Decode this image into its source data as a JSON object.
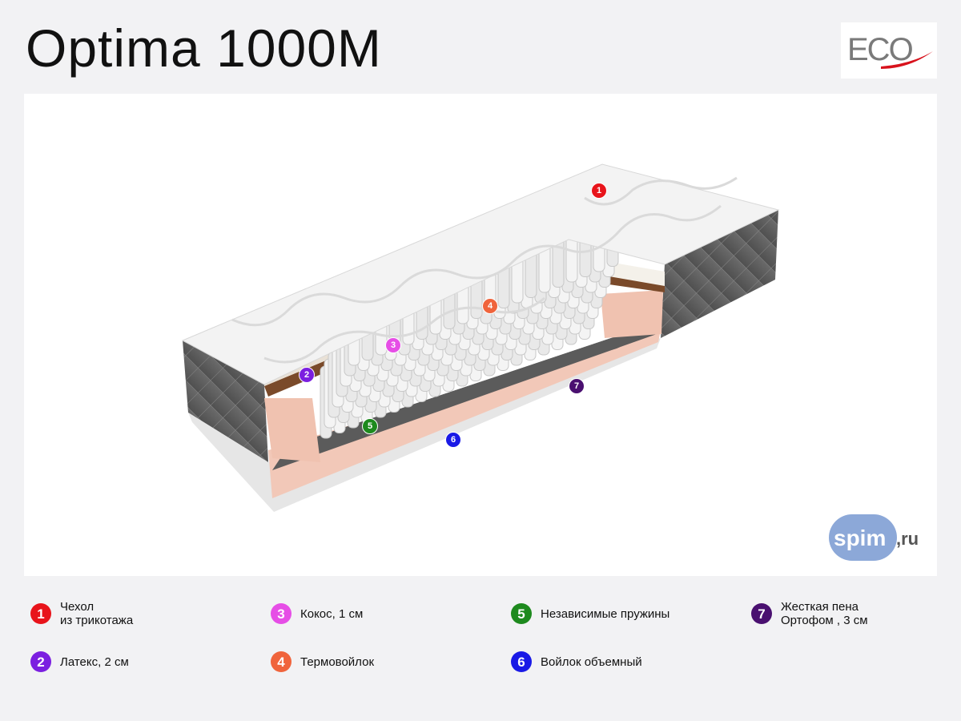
{
  "title": "Optima 1000M",
  "brand_logo": {
    "text": "ECO",
    "color": "#7a7a7a",
    "swoosh_color": "#d8121c"
  },
  "watermark": {
    "text_main": "spim",
    "text_suffix": ",ru",
    "color": "#8ca8d8"
  },
  "layers": [
    {
      "num": "1",
      "label_line1": "Чехол",
      "label_line2": "из трикотажа",
      "color": "#e8141b"
    },
    {
      "num": "2",
      "label_line1": "Латекс, 2 см",
      "label_line2": "",
      "color": "#7b1fe0"
    },
    {
      "num": "3",
      "label_line1": "Кокос, 1 см",
      "label_line2": "",
      "color": "#e64ee6"
    },
    {
      "num": "4",
      "label_line1": "Термовойлок",
      "label_line2": "",
      "color": "#f0643c"
    },
    {
      "num": "5",
      "label_line1": "Независимые пружины",
      "label_line2": "",
      "color": "#1e8a1e"
    },
    {
      "num": "6",
      "label_line1": "Войлок объемный",
      "label_line2": "",
      "color": "#1a1ae6"
    },
    {
      "num": "7",
      "label_line1": "Жесткая пена",
      "label_line2": "Ортофом , 3 см",
      "color": "#4a1070"
    }
  ]
}
